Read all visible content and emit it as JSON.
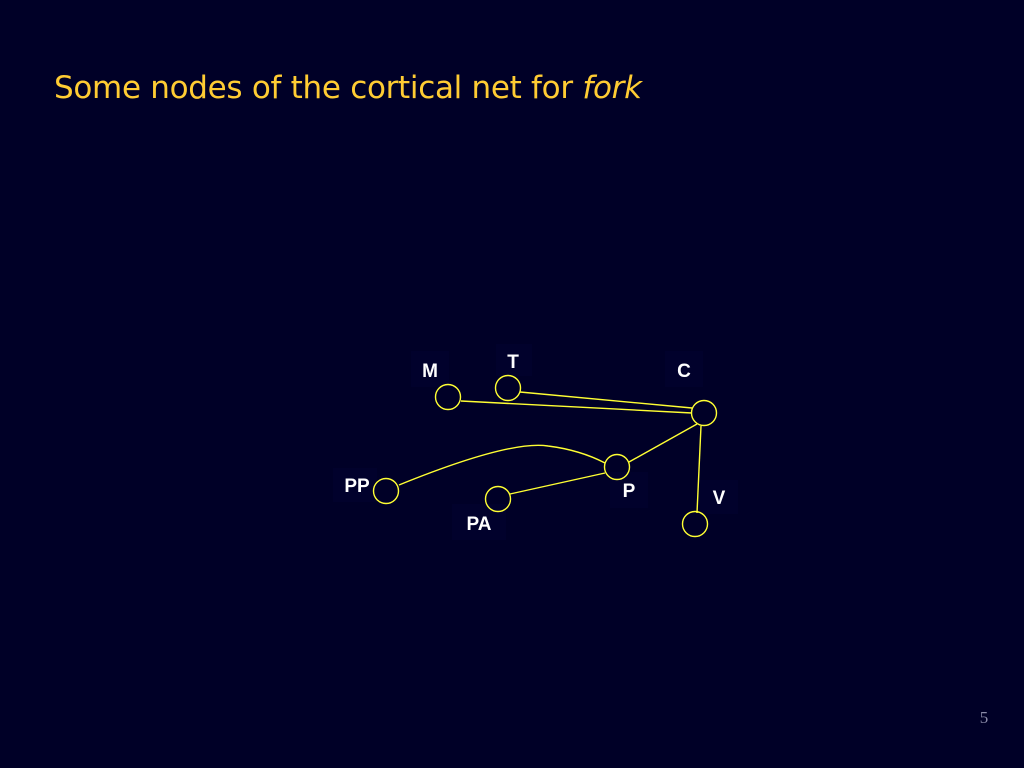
{
  "slide": {
    "title_main": "Some nodes of the cortical net for ",
    "title_emph": "fork",
    "page_number": "5"
  },
  "diagram": {
    "labels": {
      "m": "M",
      "t": "T",
      "c": "C",
      "pp": "PP",
      "p": "P",
      "pa": "PA",
      "v": "V"
    }
  },
  "colors": {
    "background": "#000027",
    "title": "#ffcc33",
    "lines": "#ffff33",
    "labels": "#ffffff"
  }
}
